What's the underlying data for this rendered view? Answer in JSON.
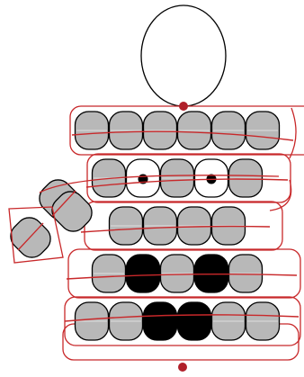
{
  "pattern": {
    "colors": {
      "background": "#ffffff",
      "bead_gray": "#b8b8b8",
      "bead_black": "#000000",
      "bead_white": "#ffffff",
      "bead_outline": "#000000",
      "thread": "#c8282a",
      "thread_dot": "#b0202a",
      "loop": "#000000"
    },
    "rows": [
      [
        "gray",
        "gray",
        "gray",
        "gray",
        "gray",
        "gray"
      ],
      [
        "gray",
        "white-eye",
        "gray",
        "white-eye",
        "gray"
      ],
      [
        "gray",
        "gray",
        "gray",
        "gray"
      ],
      [
        "gray",
        "black",
        "gray",
        "black",
        "gray"
      ],
      [
        "gray",
        "gray",
        "black",
        "black",
        "gray",
        "gray"
      ]
    ],
    "side_beads": [
      "gray",
      "gray",
      "gray"
    ]
  }
}
